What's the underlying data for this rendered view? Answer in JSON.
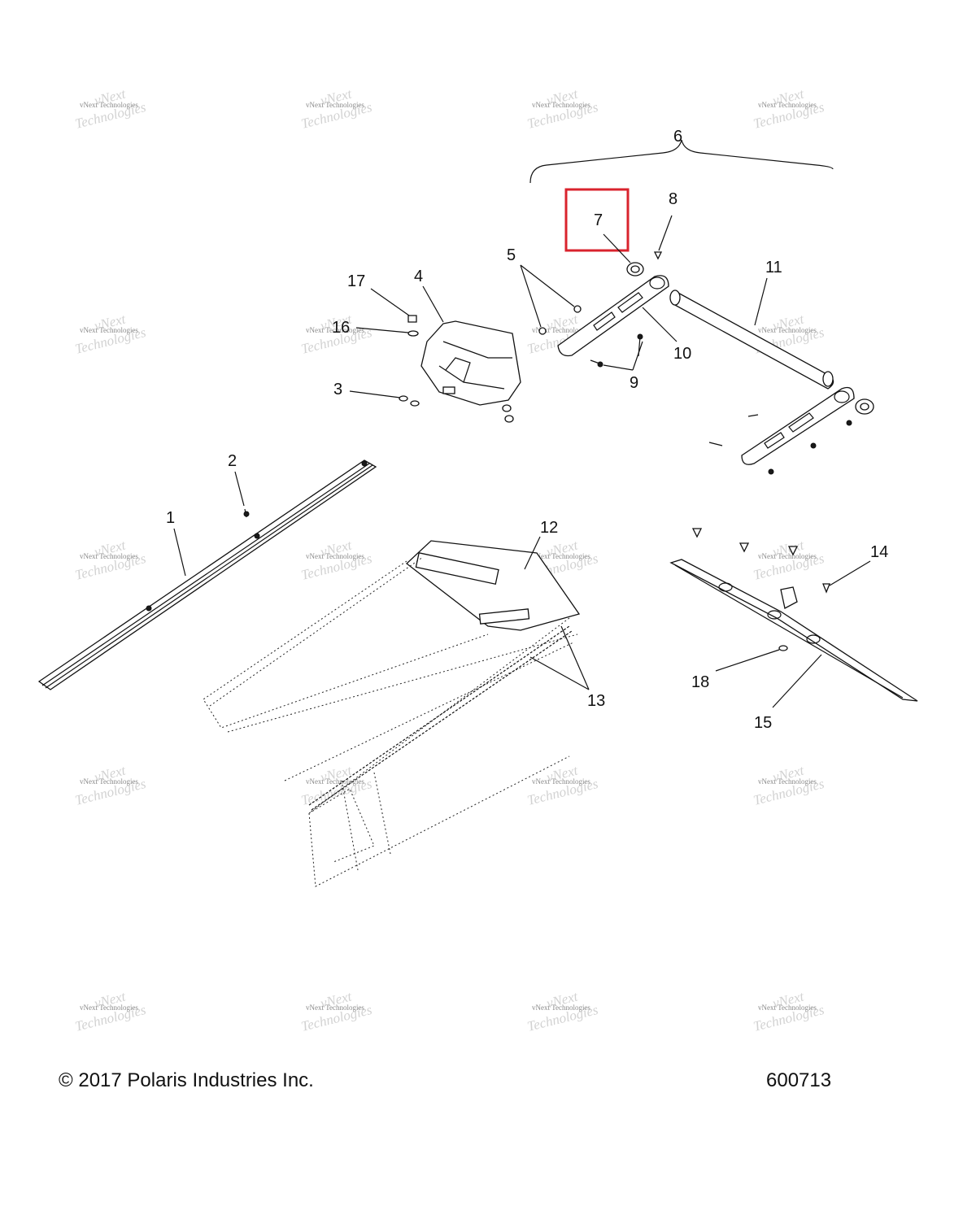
{
  "diagram": {
    "callouts": [
      "1",
      "2",
      "3",
      "4",
      "5",
      "6",
      "7",
      "8",
      "9",
      "10",
      "11",
      "12",
      "13",
      "14",
      "15",
      "16",
      "17",
      "18"
    ],
    "highlight_color": "#d9232d"
  },
  "watermark": {
    "line1": "vNext Technologies",
    "line2": "vNext",
    "line3": "Technologies"
  },
  "footer": {
    "copyright": "© 2017 Polaris Industries Inc.",
    "part_number": "600713"
  }
}
